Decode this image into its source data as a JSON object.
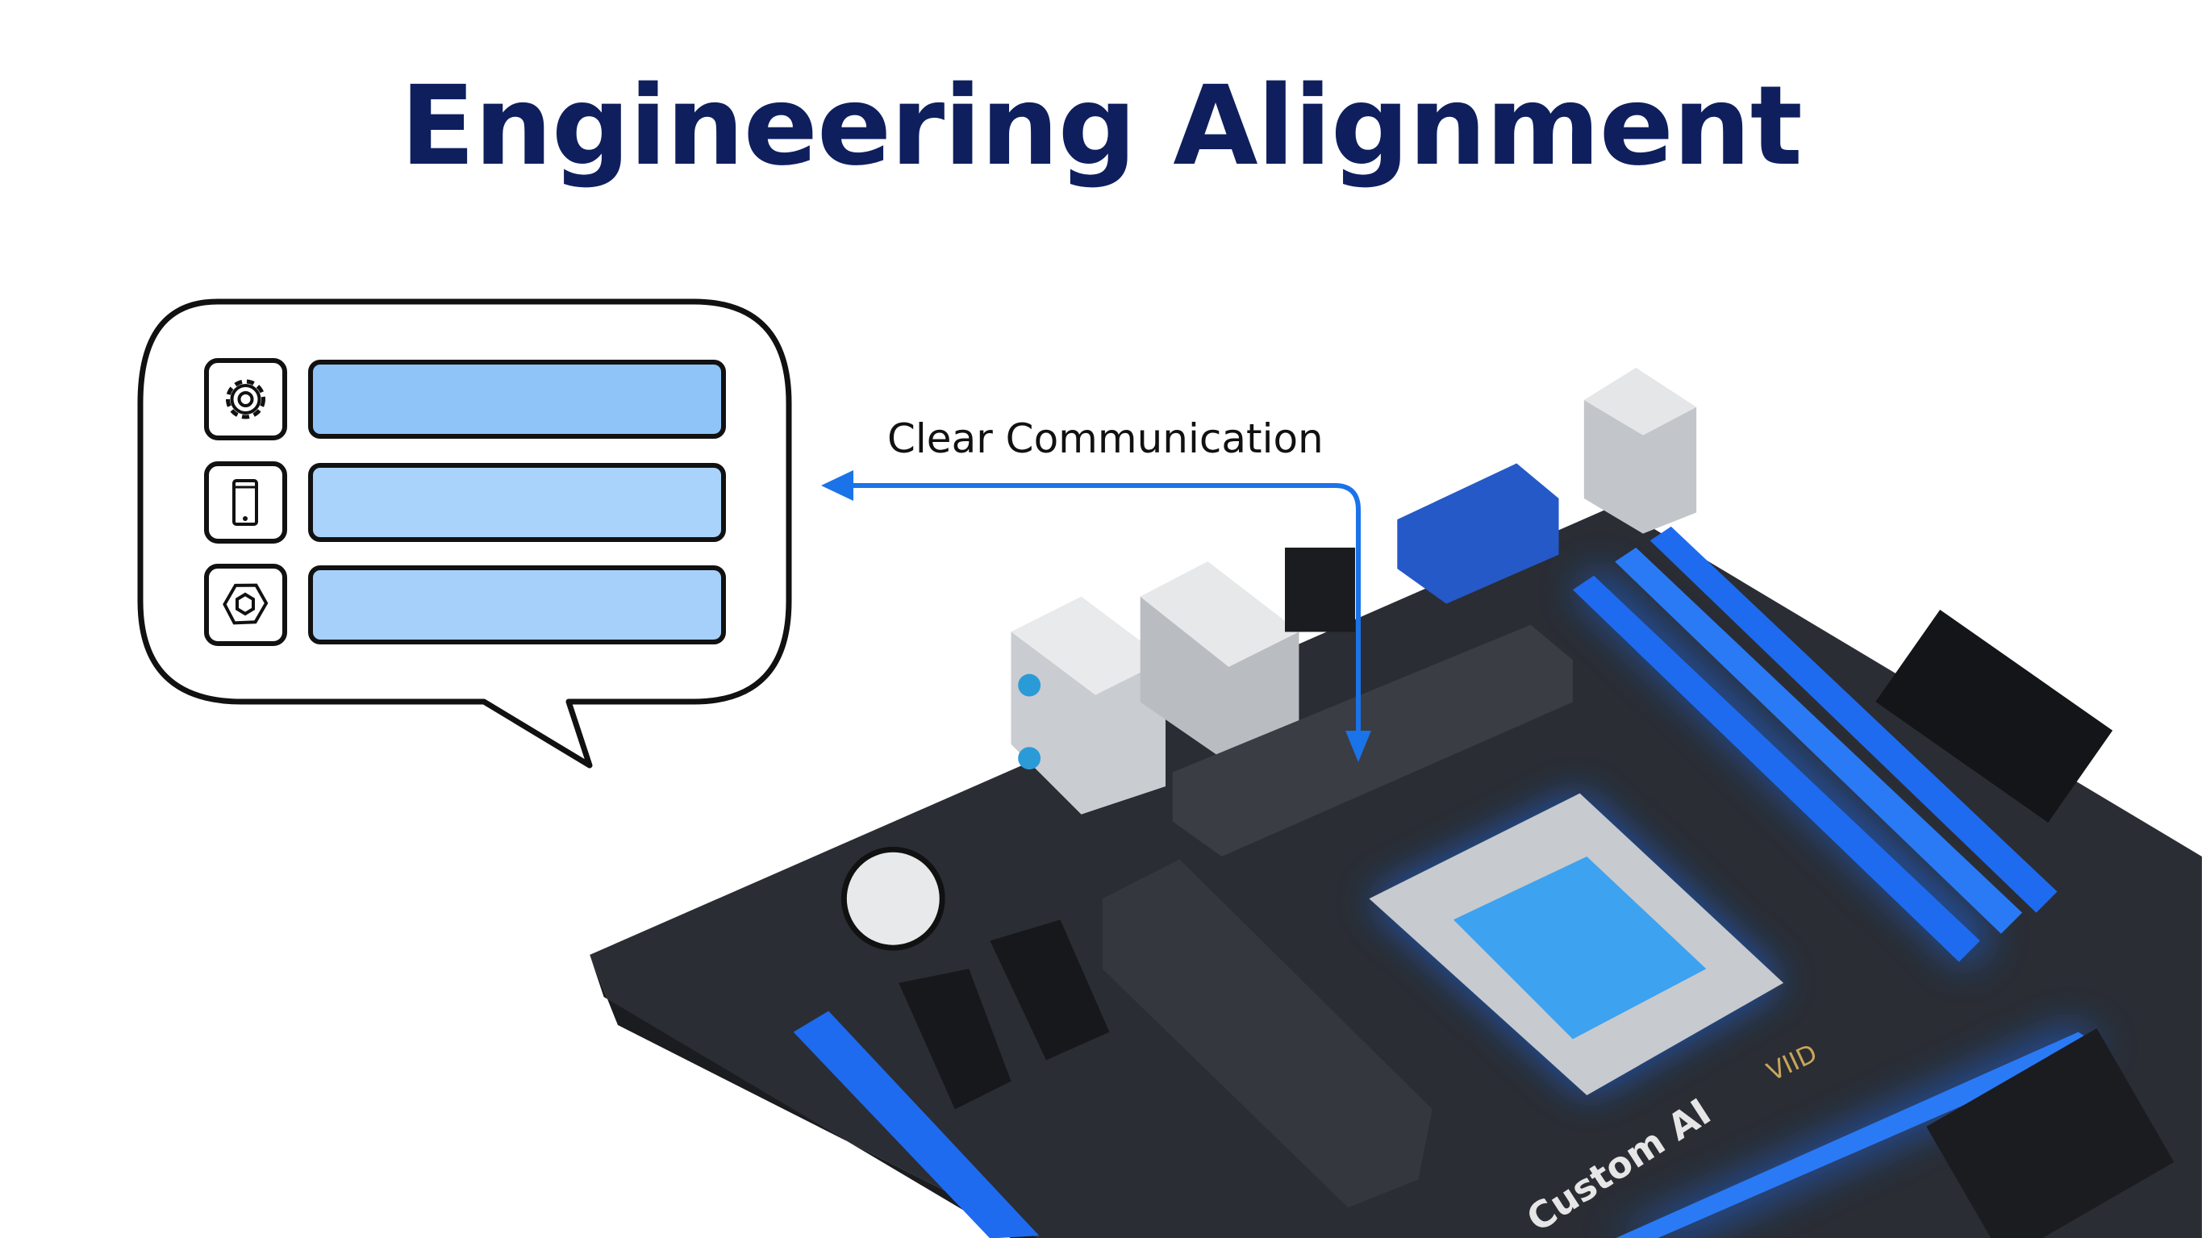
{
  "title": "Engineering Alignment",
  "annotation": {
    "label": "Clear Communication",
    "arrow_color": "#1a73e8"
  },
  "speech_bubble": {
    "rows": [
      {
        "icon": "gear-icon",
        "bar_color": "#8ec4f8"
      },
      {
        "icon": "smartphone-icon",
        "bar_color": "#a9d3fa"
      },
      {
        "icon": "hex-nut-icon",
        "bar_color": "#a6d0fa"
      }
    ]
  },
  "motherboard": {
    "board_text": [
      "Custom AI",
      "VIID"
    ],
    "accent_color": "#1e6bf0",
    "board_color": "#2a2d33"
  }
}
